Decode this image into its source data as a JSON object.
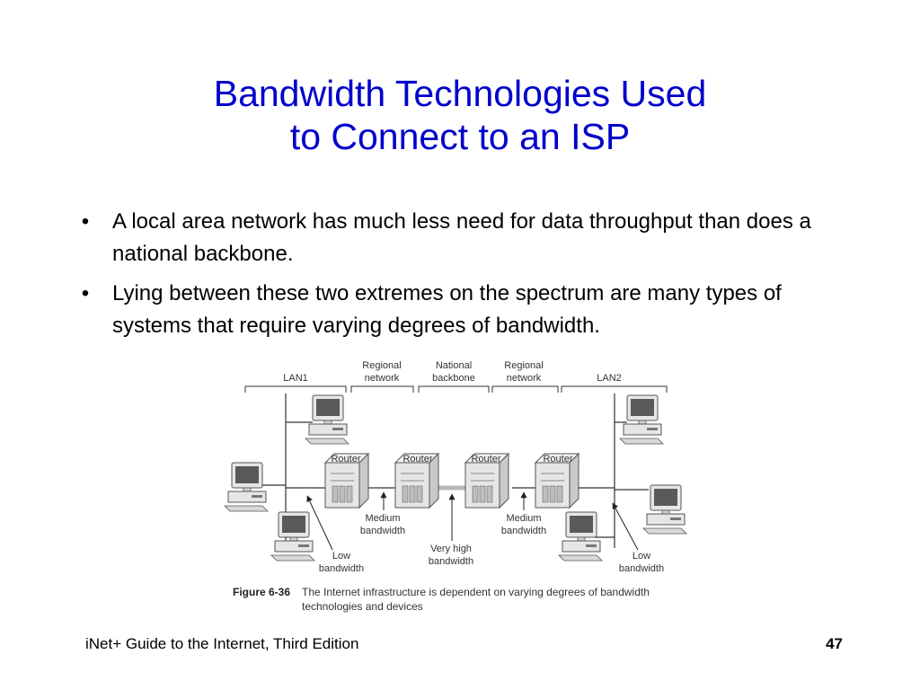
{
  "slide": {
    "title_line1": "Bandwidth Technologies Used",
    "title_line2": "to Connect to an ISP",
    "bullets": [
      "A local area network has much less need for data throughput than does a national backbone.",
      "Lying between these two extremes on the spectrum are many types of systems that require varying degrees of bandwidth."
    ],
    "bullet_glyph": "•",
    "footer_text": "iNet+ Guide to the Internet, Third Edition",
    "page_number": "47"
  },
  "figure": {
    "segments": {
      "lan1": "LAN1",
      "regional1_l1": "Regional",
      "regional1_l2": "network",
      "national_l1": "National",
      "national_l2": "backbone",
      "regional2_l1": "Regional",
      "regional2_l2": "network",
      "lan2": "LAN2"
    },
    "router_label": "Router",
    "callouts": {
      "low_left_l1": "Low",
      "low_left_l2": "bandwidth",
      "medium_left_l1": "Medium",
      "medium_left_l2": "bandwidth",
      "veryhigh_l1": "Very high",
      "veryhigh_l2": "bandwidth",
      "medium_right_l1": "Medium",
      "medium_right_l2": "bandwidth",
      "low_right_l1": "Low",
      "low_right_l2": "bandwidth"
    },
    "caption_label": "Figure 6-36",
    "caption_line1": "The Internet infrastructure is dependent on varying degrees of bandwidth",
    "caption_line2": "technologies and devices"
  },
  "colors": {
    "title": "#0000cc",
    "backbone_link": "#b8b8b8",
    "device_body": "#e6e6e6"
  }
}
